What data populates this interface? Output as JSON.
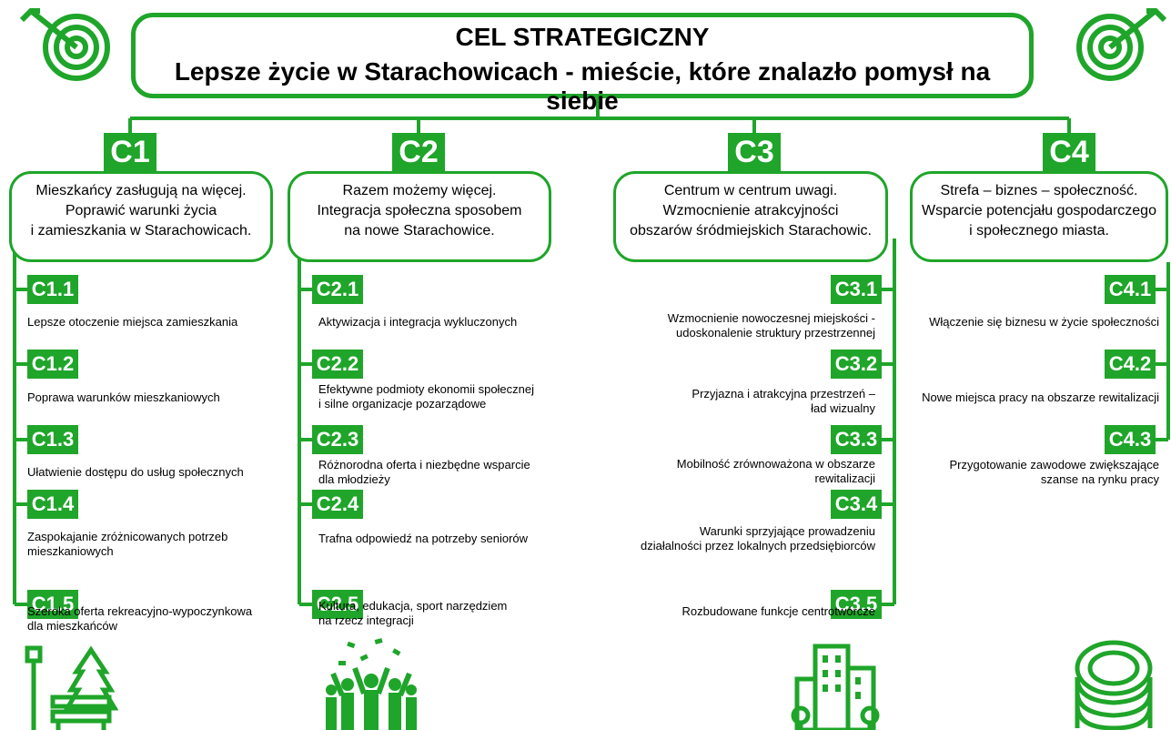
{
  "header": {
    "title": "CEL STRATEGICZNY",
    "subtitle": "Lepsze życie w Starachowicach - mieście, które znalazło pomysł na siebie"
  },
  "goals": [
    {
      "code": "C1",
      "text": [
        "Mieszkańcy zasługują na więcej.",
        "Poprawić warunki życia",
        "i zamieszkania w Starachowicach."
      ],
      "subgoals": [
        {
          "code": "C1.1",
          "text": [
            "Lepsze otoczenie miejsca zamieszkania"
          ]
        },
        {
          "code": "C1.2",
          "text": [
            "Poprawa warunków mieszkaniowych"
          ]
        },
        {
          "code": "C1.3",
          "text": [
            "Ułatwienie dostępu do usług społecznych"
          ]
        },
        {
          "code": "C1.4",
          "text": [
            "Zaspokajanie zróżnicowanych potrzeb",
            "mieszkaniowych"
          ]
        },
        {
          "code": "C1.5",
          "text": [
            "Szeroka oferta rekreacyjno-wypoczynkowa",
            "dla mieszkańców"
          ]
        }
      ]
    },
    {
      "code": "C2",
      "text": [
        "Razem możemy więcej.",
        "Integracja społeczna sposobem",
        "na nowe Starachowice."
      ],
      "subgoals": [
        {
          "code": "C2.1",
          "text": [
            "Aktywizacja i integracja wykluczonych"
          ]
        },
        {
          "code": "C2.2",
          "text": [
            "Efektywne podmioty ekonomii społecznej",
            "i silne organizacje pozarządowe"
          ]
        },
        {
          "code": "C2.3",
          "text": [
            "Różnorodna oferta i niezbędne wsparcie",
            "dla młodzieży"
          ]
        },
        {
          "code": "C2.4",
          "text": [
            "Trafna odpowiedź na potrzeby seniorów"
          ]
        },
        {
          "code": "C2.5",
          "text": [
            "Kultura, edukacja, sport narzędziem",
            "na rzecz integracji"
          ]
        }
      ]
    },
    {
      "code": "C3",
      "text": [
        "Centrum w centrum uwagi.",
        "Wzmocnienie atrakcyjności",
        "obszarów śródmiejskich Starachowic."
      ],
      "subgoals": [
        {
          "code": "C3.1",
          "text": [
            "Wzmocnienie nowoczesnej miejskości -",
            "udoskonalenie struktury przestrzennej"
          ]
        },
        {
          "code": "C3.2",
          "text": [
            "Przyjazna i atrakcyjna przestrzeń –",
            "ład wizualny"
          ]
        },
        {
          "code": "C3.3",
          "text": [
            "Mobilność zrównoważona w obszarze",
            "rewitalizacji"
          ]
        },
        {
          "code": "C3.4",
          "text": [
            "Warunki sprzyjające prowadzeniu",
            "działalności przez lokalnych przedsiębiorców"
          ]
        },
        {
          "code": "C3.5",
          "text": [
            "Rozbudowane funkcje centrotwórcze"
          ]
        }
      ]
    },
    {
      "code": "C4",
      "text": [
        "Strefa – biznes – społeczność.",
        "Wsparcie potencjału gospodarczego",
        "i społecznego miasta."
      ],
      "subgoals": [
        {
          "code": "C4.1",
          "text": [
            "Włączenie się biznesu w życie społeczności"
          ]
        },
        {
          "code": "C4.2",
          "text": [
            "Nowe miejsca pracy na obszarze rewitalizacji"
          ]
        },
        {
          "code": "C4.3",
          "text": [
            "Przygotowanie zawodowe zwiększające",
            "szanse na rynku pracy"
          ]
        }
      ]
    }
  ],
  "icons": [
    "target-icon",
    "target-icon",
    "park-bench-icon",
    "people-celebrating-icon",
    "city-buildings-icon",
    "coins-icon"
  ],
  "colors": {
    "accent": "#1fa52a"
  }
}
